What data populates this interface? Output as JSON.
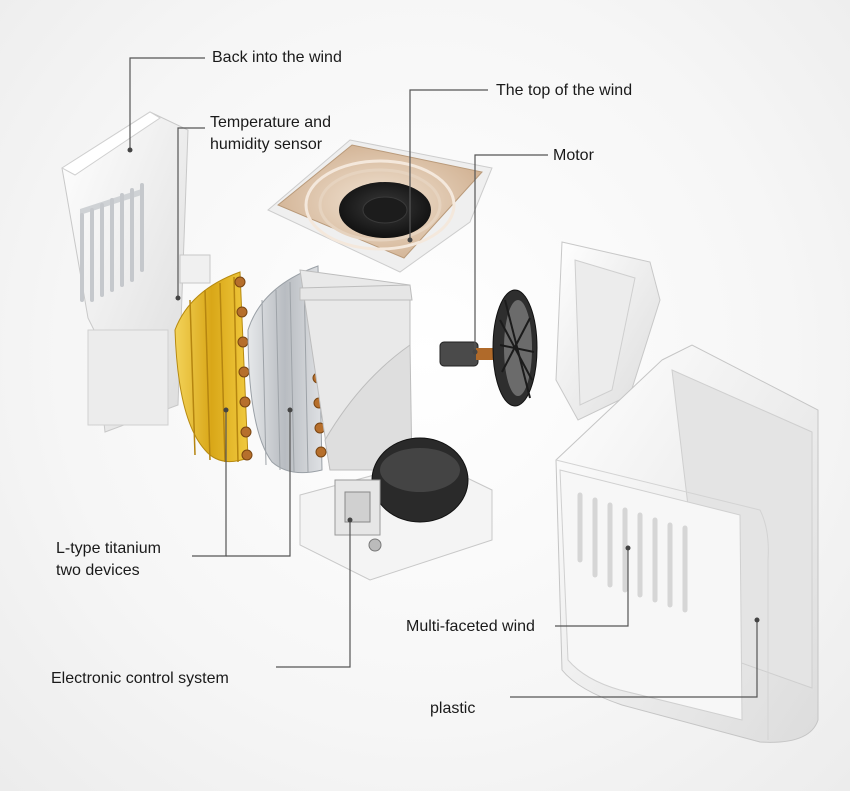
{
  "labels": {
    "back_wind": "Back into the wind",
    "sensor_line1": "Temperature and",
    "sensor_line2": "humidity sensor",
    "top_wind": "The top of the wind",
    "motor": "Motor",
    "ltype_line1": "L-type titanium",
    "ltype_line2": "two devices",
    "multi_wind": "Multi-faceted wind",
    "electronic": "Electronic control system",
    "plastic": "plastic"
  },
  "colors": {
    "leader_line": "#555555",
    "panel_white": "#f4f4f4",
    "copper_gold": "#e0b628",
    "copper_pipe": "#c07a3a",
    "fin_silver": "#c9cdd2",
    "top_cover": "#d8c0a6",
    "fan_dark": "#222222"
  }
}
